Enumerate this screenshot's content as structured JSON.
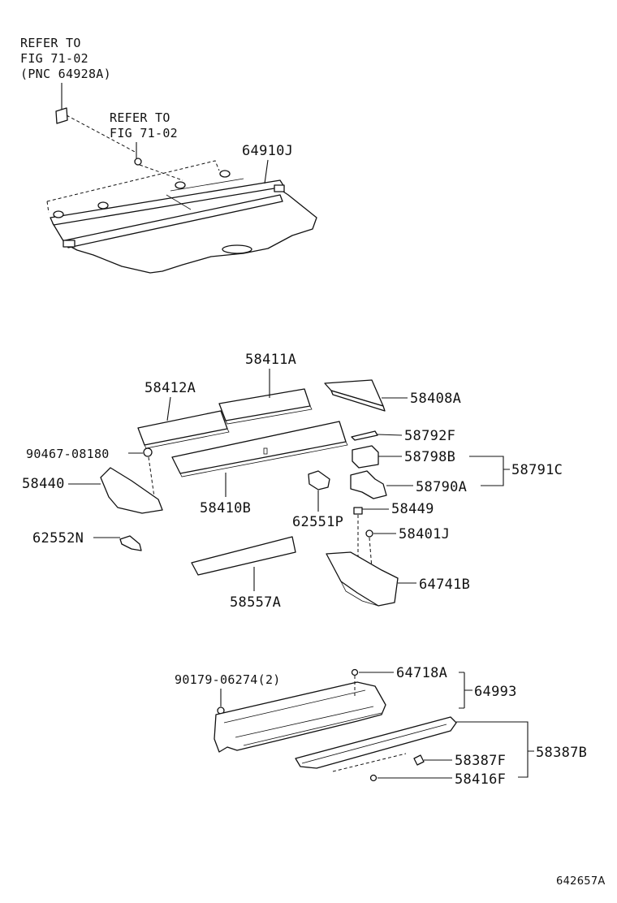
{
  "references": {
    "ref1": {
      "line1": "REFER TO",
      "line2": "FIG 71-02",
      "line3": "(PNC 64928A)"
    },
    "ref2": {
      "line1": "REFER TO",
      "line2": "FIG 71-02"
    }
  },
  "parts": {
    "p64910J": "64910J",
    "p58411A": "58411A",
    "p58412A": "58412A",
    "p58408A": "58408A",
    "p58792F": "58792F",
    "p90467": "90467-08180",
    "p58798B": "58798B",
    "p58791C": "58791C",
    "p58440": "58440",
    "p58790A": "58790A",
    "p58410B": "58410B",
    "p62551P": "62551P",
    "p58449": "58449",
    "p62552N": "62552N",
    "p58401J": "58401J",
    "p64741B": "64741B",
    "p58557A": "58557A",
    "p90179": "90179-06274(2)",
    "p64718A": "64718A",
    "p64993": "64993",
    "p58387B": "58387B",
    "p58387F": "58387F",
    "p58416F": "58416F"
  },
  "diagram_id": "642657A"
}
